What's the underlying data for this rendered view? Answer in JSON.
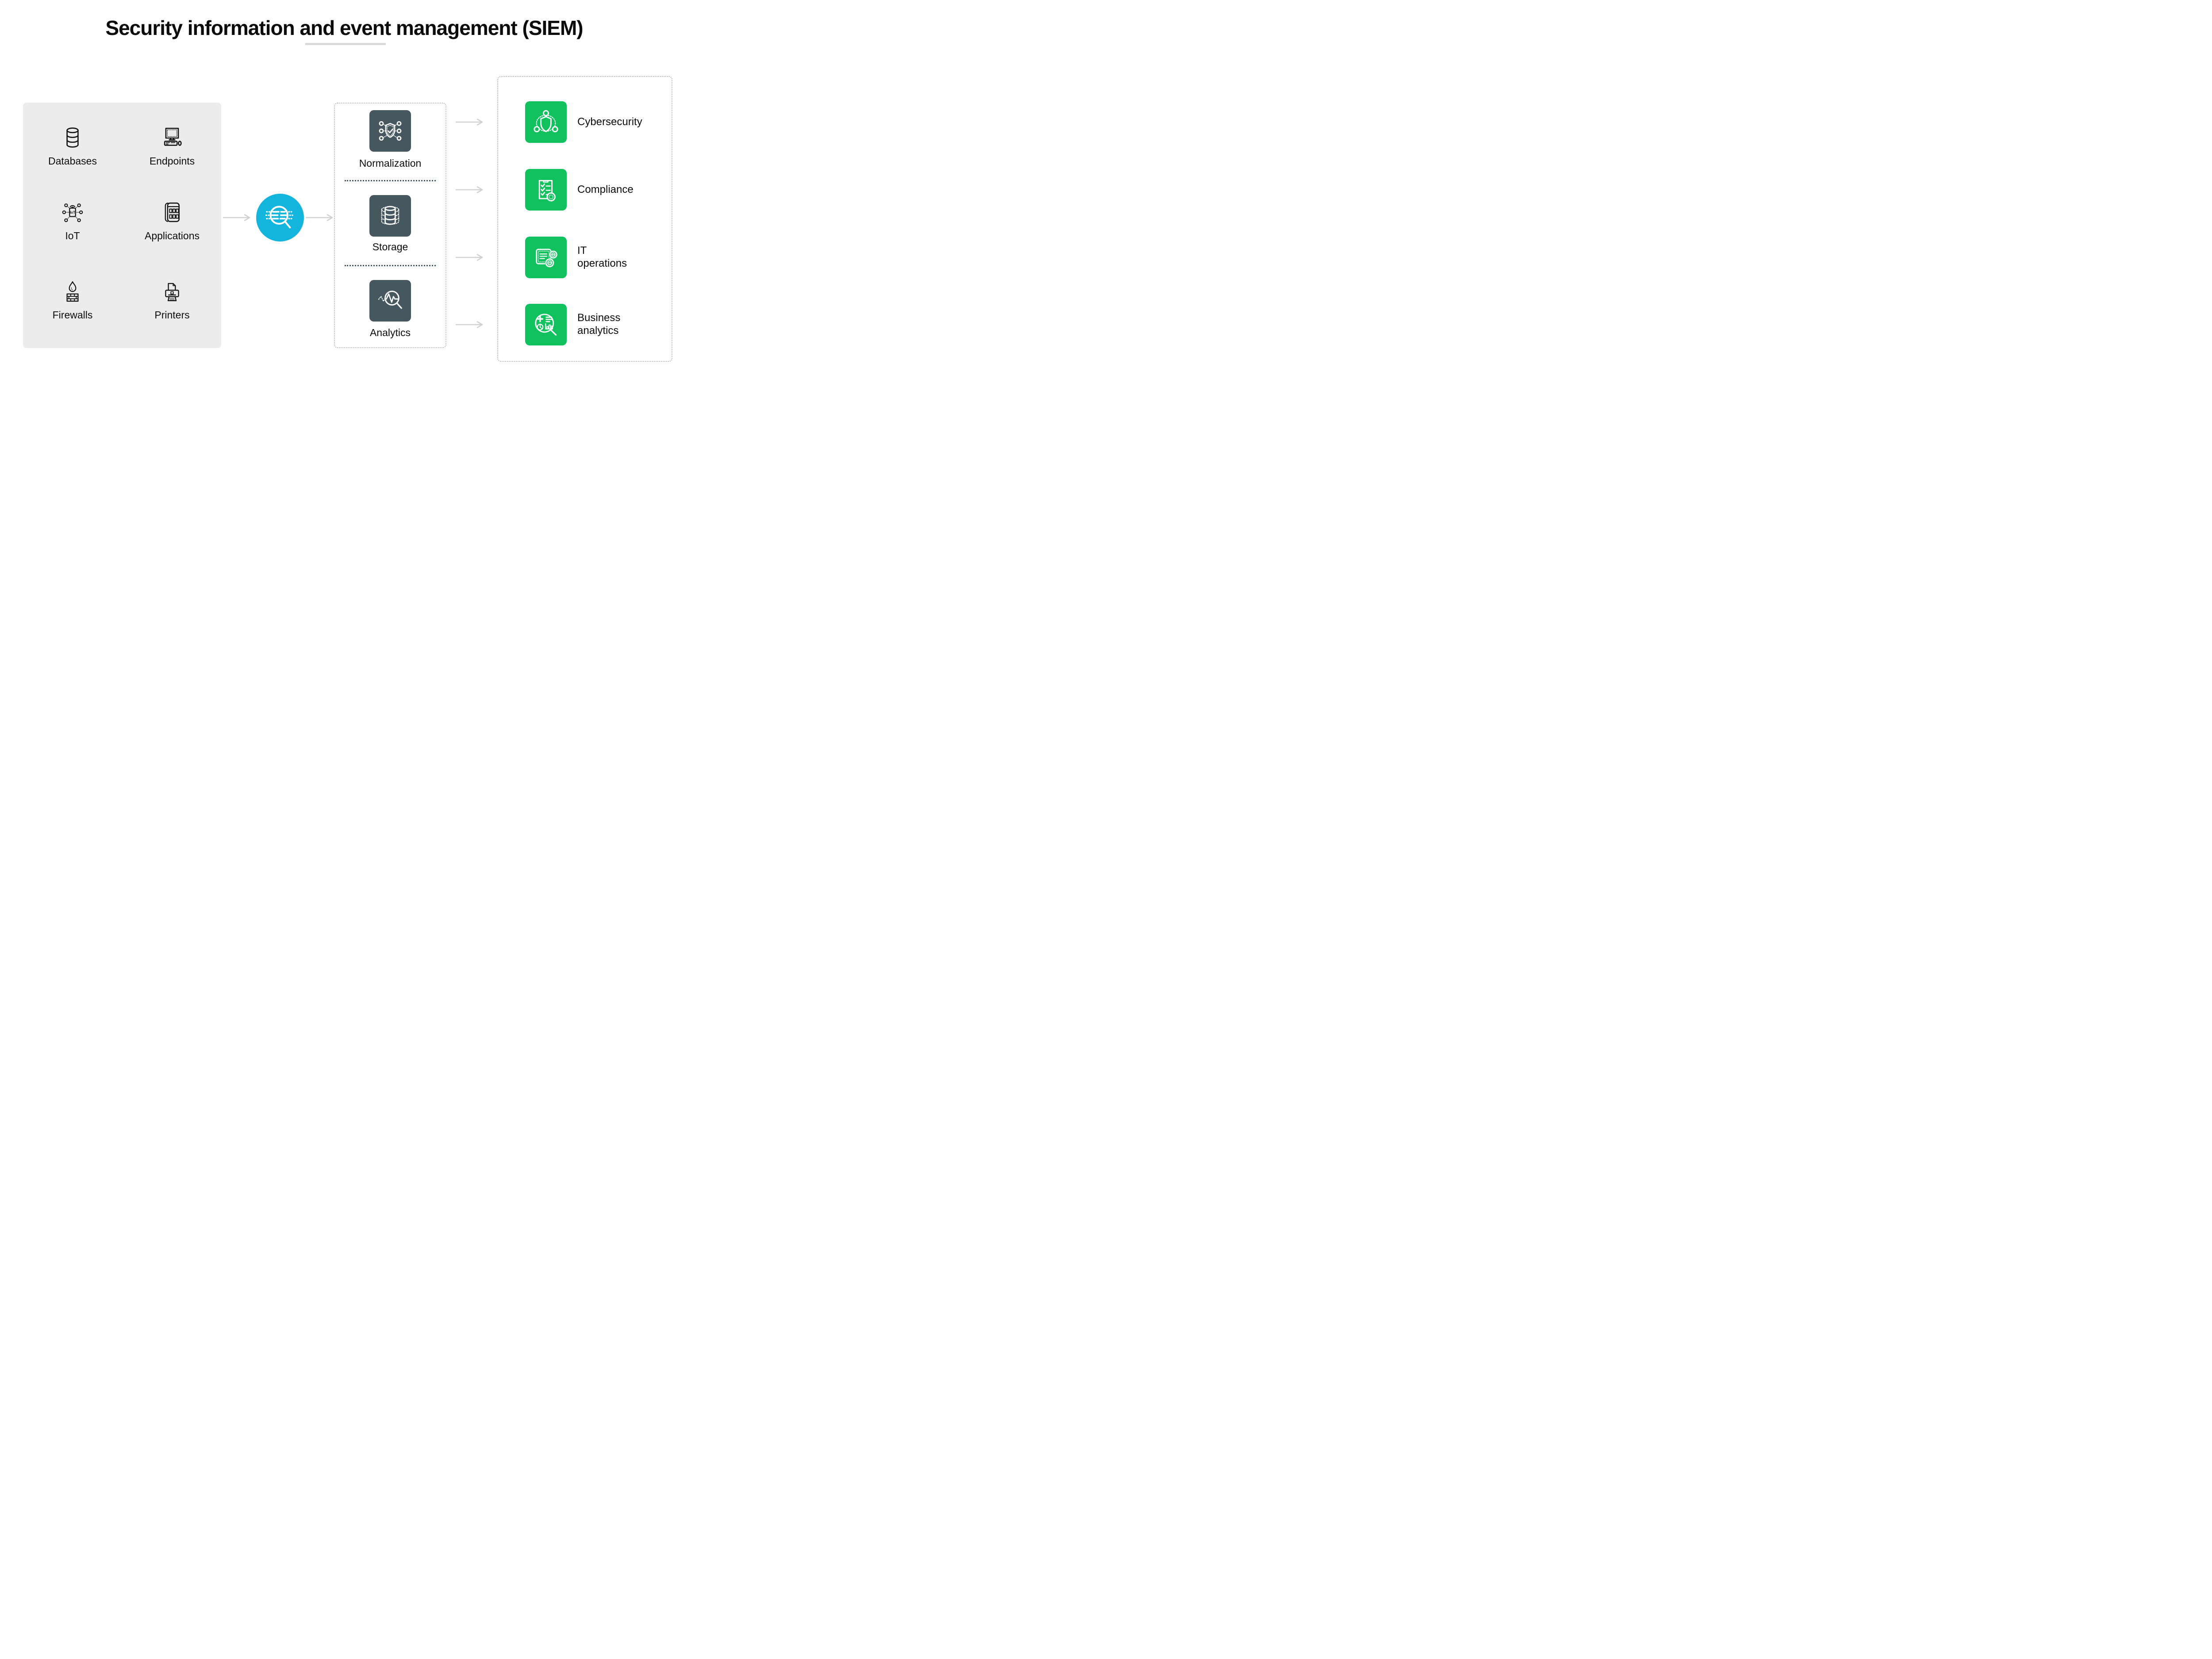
{
  "title": "Security information and event management (SIEM)",
  "sources": {
    "iot_chip_text": "IoT",
    "items": [
      {
        "label": "Databases",
        "icon": "database-icon"
      },
      {
        "label": "Endpoints",
        "icon": "endpoints-computer-icon"
      },
      {
        "label": "IoT",
        "icon": "iot-network-icon"
      },
      {
        "label": "Applications",
        "icon": "applications-device-icon"
      },
      {
        "label": "Firewalls",
        "icon": "firewall-flame-icon"
      },
      {
        "label": "Printers",
        "icon": "printer-icon"
      }
    ]
  },
  "collector": {
    "icon": "data-search-magnifier-icon"
  },
  "pipeline": {
    "steps": [
      {
        "label": "Normalization",
        "icon": "normalization-shield-icon"
      },
      {
        "label": "Storage",
        "icon": "storage-database-icon"
      },
      {
        "label": "Analytics",
        "icon": "analytics-magnifier-icon"
      }
    ]
  },
  "outcomes": {
    "items": [
      {
        "label": "Cybersecurity",
        "icon": "cybersecurity-shield-icon"
      },
      {
        "label": "Compliance",
        "icon": "compliance-checklist-icon"
      },
      {
        "label": "IT\noperations",
        "icon": "it-operations-gears-icon"
      },
      {
        "label": "Business\nanalytics",
        "icon": "business-analytics-magnifier-icon"
      }
    ]
  },
  "colors": {
    "green": "#10c15e",
    "slate": "#475760",
    "cyan": "#14b5dc",
    "panel_gray": "#ececec",
    "arrow_gray": "#d2d2d2",
    "dashed_border_gray": "#b9b9b9",
    "title_underline_gray": "#d9d9d9",
    "text": "#0c0c0c"
  }
}
